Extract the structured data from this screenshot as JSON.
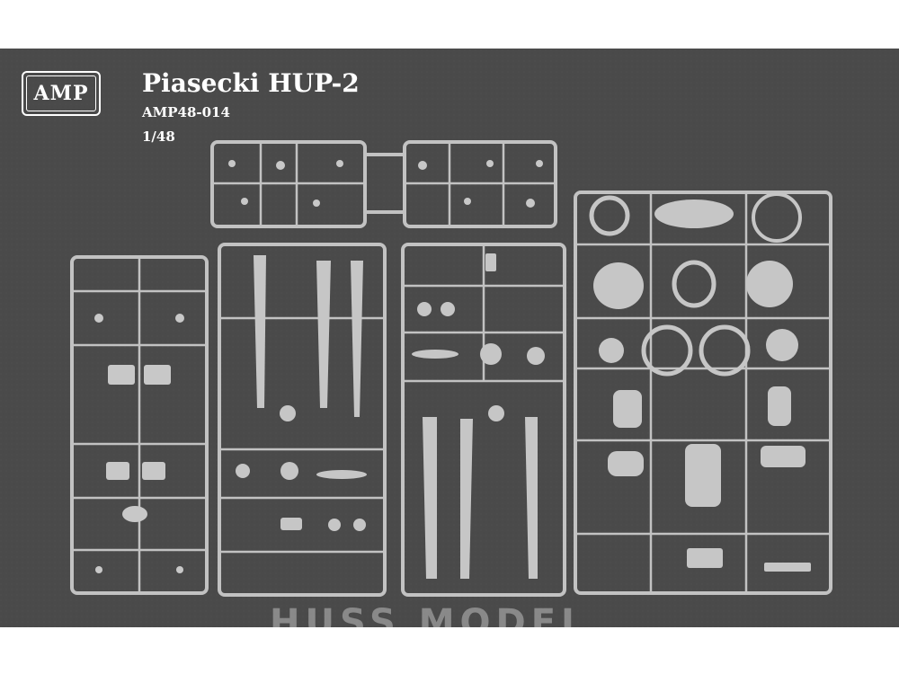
{
  "brand": {
    "logo_text": "AMP",
    "logo_border_color": "#ffffff"
  },
  "product": {
    "title": "Piasecki HUP-2",
    "code": "AMP48-014",
    "scale": "1/48"
  },
  "colors": {
    "background": "#4a4a4a",
    "plastic": "#c2c2c2",
    "plastic_shadow": "#9a9a9a",
    "text": "#ffffff"
  },
  "photo": {
    "subject": "sprue-frames",
    "sprue_count": 6,
    "watermark_text": "HUSS MODEL"
  }
}
